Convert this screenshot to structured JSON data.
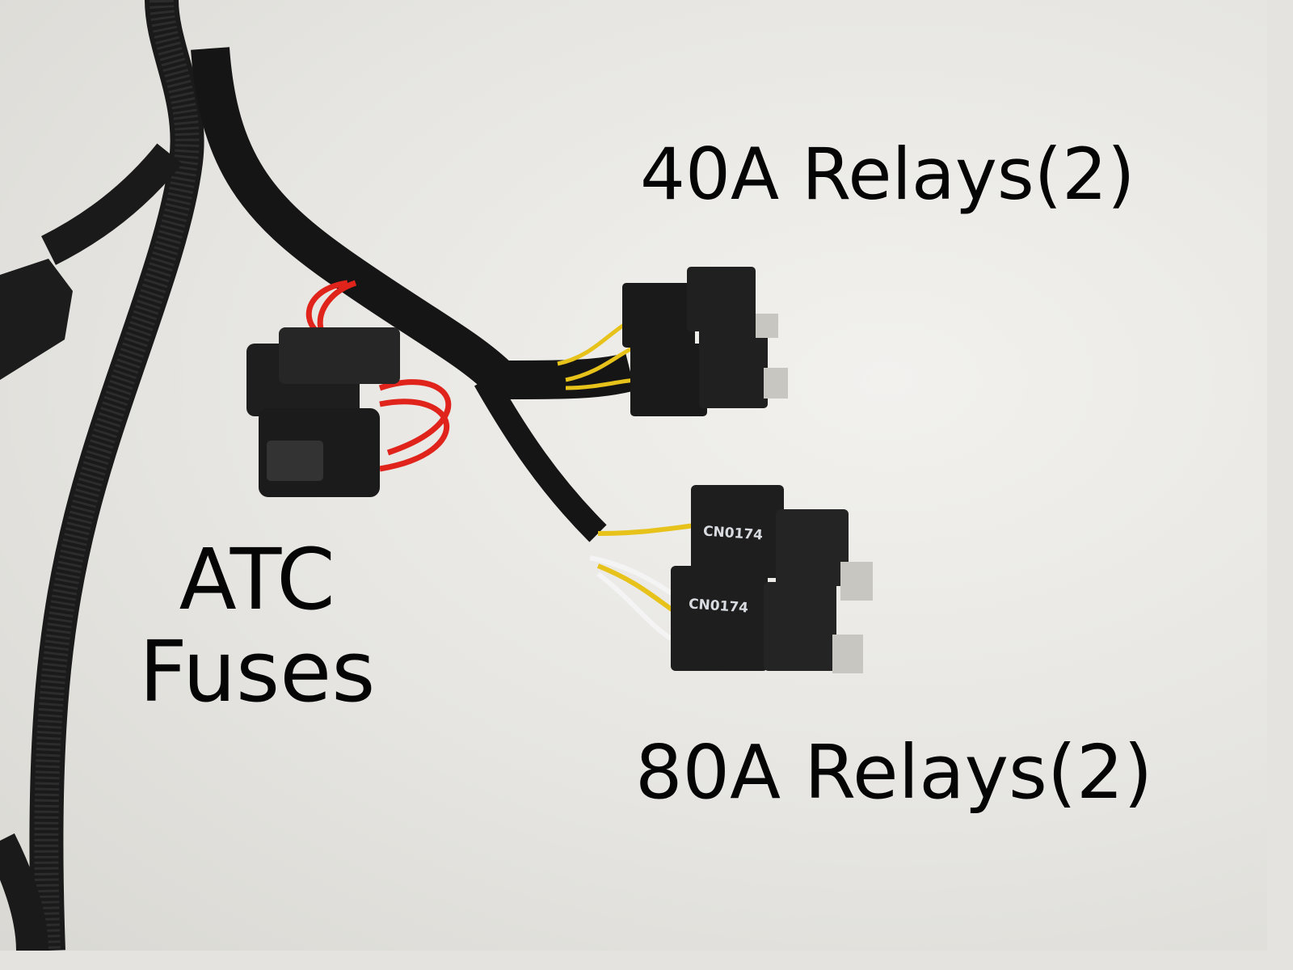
{
  "photo": {
    "subject": "wiring harness with relays and fuse holders",
    "background_color": "#e9e8e4",
    "annotations": {
      "top_right": "40A Relays(2)",
      "bottom_right": "80A Relays(2)",
      "left_line1": "ATC",
      "left_line2": "Fuses"
    },
    "relay_markings": [
      "CN0174",
      "CN0174"
    ]
  }
}
